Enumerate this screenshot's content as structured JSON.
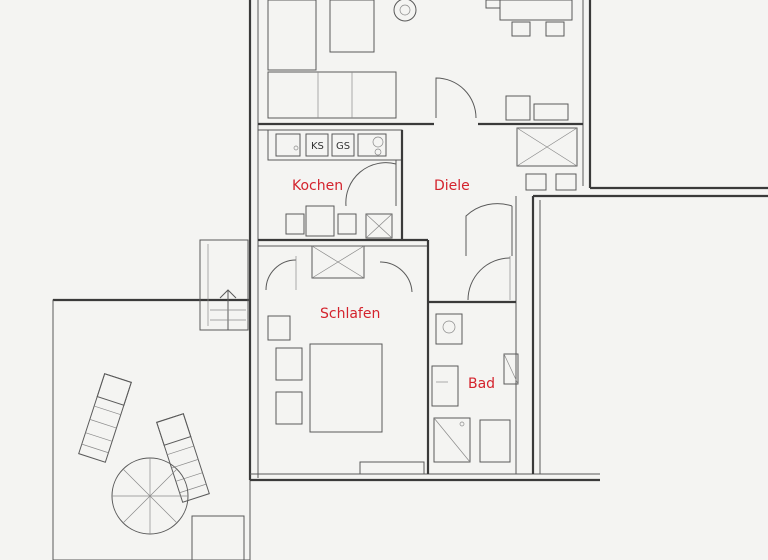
{
  "rooms": {
    "kochen": "Kochen",
    "diele": "Diele",
    "schlafen": "Schlafen",
    "bad": "Bad"
  },
  "appliances": {
    "fridge": "KS",
    "dishwasher": "GS"
  },
  "colors": {
    "label": "#d4232d",
    "ink": "#3a3a3a",
    "paper": "#f4f4f2"
  }
}
